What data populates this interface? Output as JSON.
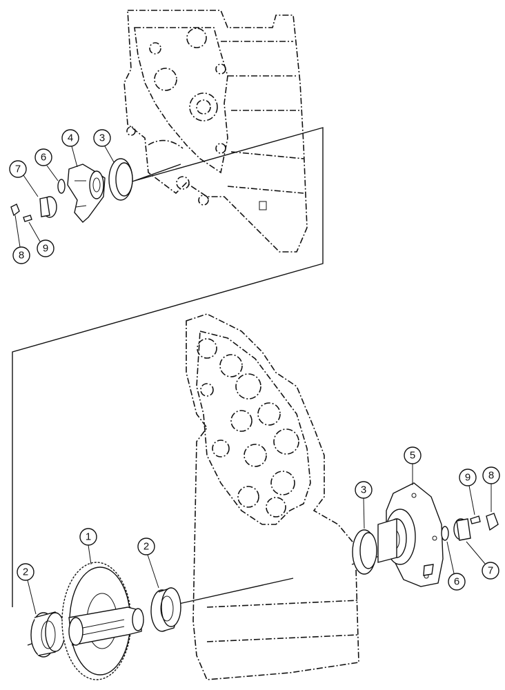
{
  "callouts": {
    "top": [
      {
        "label": "7"
      },
      {
        "label": "6"
      },
      {
        "label": "4"
      },
      {
        "label": "3"
      },
      {
        "label": "8"
      },
      {
        "label": "9"
      }
    ],
    "bottom": [
      {
        "label": "1"
      },
      {
        "label": "2"
      },
      {
        "label": "2"
      },
      {
        "label": "3"
      },
      {
        "label": "5"
      },
      {
        "label": "9"
      },
      {
        "label": "8"
      },
      {
        "label": "6"
      },
      {
        "label": "7"
      }
    ]
  }
}
